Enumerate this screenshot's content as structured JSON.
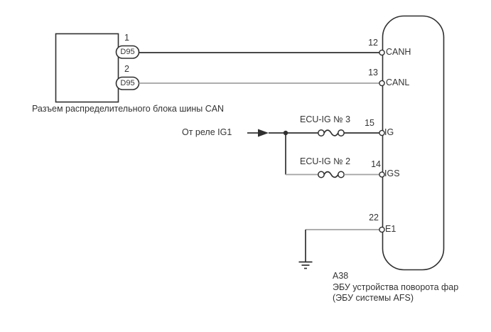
{
  "diagram": {
    "title_hint": "CAN bus wiring diagram",
    "connector_block": {
      "caption": "Разъем распределительного блока шины CAN",
      "pins": [
        {
          "number": "1",
          "connector": "D95"
        },
        {
          "number": "2",
          "connector": "D95"
        }
      ]
    },
    "power_source": {
      "label": "От реле IG1",
      "icon": "arrow-right-icon"
    },
    "fuses": [
      {
        "label": "ECU-IG № 3",
        "icon": "fuse-icon"
      },
      {
        "label": "ECU-IG № 2",
        "icon": "fuse-icon"
      }
    ],
    "ecu": {
      "code": "A38",
      "title": "ЭБУ устройства поворота фар",
      "subtitle": "(ЭБУ системы AFS)",
      "pins": [
        {
          "number": "12",
          "name": "CANH"
        },
        {
          "number": "13",
          "name": "CANL"
        },
        {
          "number": "15",
          "name": "IG"
        },
        {
          "number": "14",
          "name": "IGS"
        },
        {
          "number": "22",
          "name": "E1"
        }
      ]
    },
    "ground": {
      "icon": "ground-icon"
    },
    "colors": {
      "background": "#ffffff",
      "line_black": "#2f2f2f",
      "wire_gray": "#a3a3a3",
      "text": "#333333"
    }
  }
}
